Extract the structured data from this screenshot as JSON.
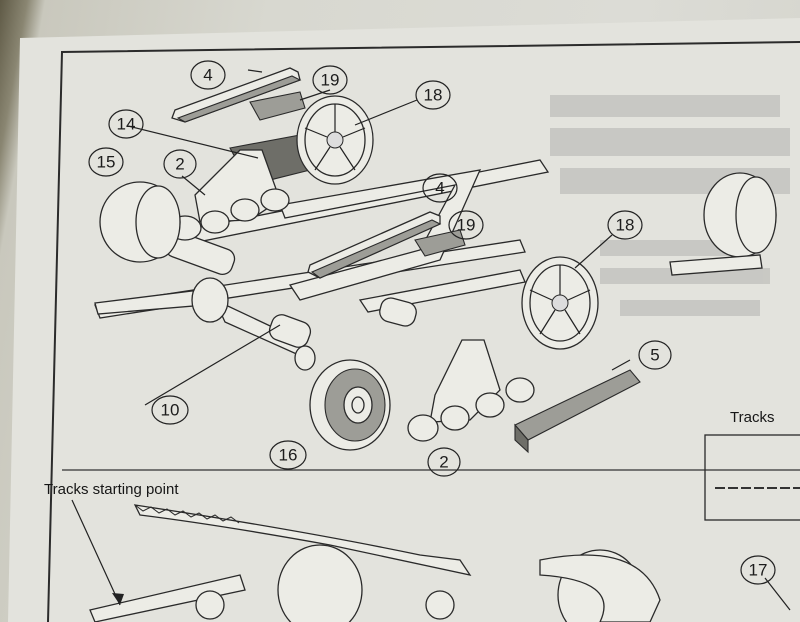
{
  "diagram": {
    "callouts": [
      {
        "id": "c4a",
        "text": "4"
      },
      {
        "id": "c19a",
        "text": "19"
      },
      {
        "id": "c18a",
        "text": "18"
      },
      {
        "id": "c14",
        "text": "14"
      },
      {
        "id": "c15",
        "text": "15"
      },
      {
        "id": "c2a",
        "text": "2"
      },
      {
        "id": "c4b",
        "text": "4"
      },
      {
        "id": "c19b",
        "text": "19"
      },
      {
        "id": "c18b",
        "text": "18"
      },
      {
        "id": "c5",
        "text": "5"
      },
      {
        "id": "c10",
        "text": "10"
      },
      {
        "id": "c16",
        "text": "16"
      },
      {
        "id": "c2b",
        "text": "2"
      },
      {
        "id": "c17",
        "text": "17"
      }
    ],
    "labels": {
      "tracks": "Tracks",
      "tracks_start": "Tracks starting point"
    }
  }
}
